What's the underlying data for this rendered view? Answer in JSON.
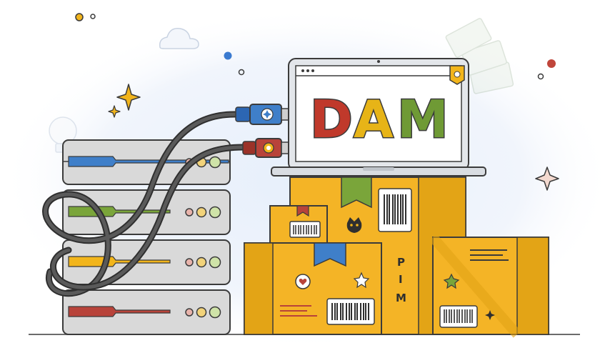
{
  "illustration": {
    "laptop_screen_text": [
      "D",
      "A",
      "M"
    ],
    "box_label_text": [
      "P",
      "I",
      "M"
    ]
  },
  "colors": {
    "dam_letters": [
      "#c0392b",
      "#e7b417",
      "#6f9a35"
    ],
    "outline": "#3b3b3b",
    "box_yellow": "#f4b426",
    "box_shadow": "#d89c10",
    "server_gray": "#dcdcdc",
    "server_stripes": [
      "#3f7fc9",
      "#7aa53a",
      "#f2b51b",
      "#b8433a"
    ],
    "background_glow": "#e8f0fb"
  },
  "icons": [
    "cloud-icon",
    "lightbulb-icon",
    "sparkle-icon",
    "money-stack-icon",
    "usb-plug-icon",
    "barcode-icon",
    "cat-sticker-icon",
    "star-sticker-icon"
  ]
}
